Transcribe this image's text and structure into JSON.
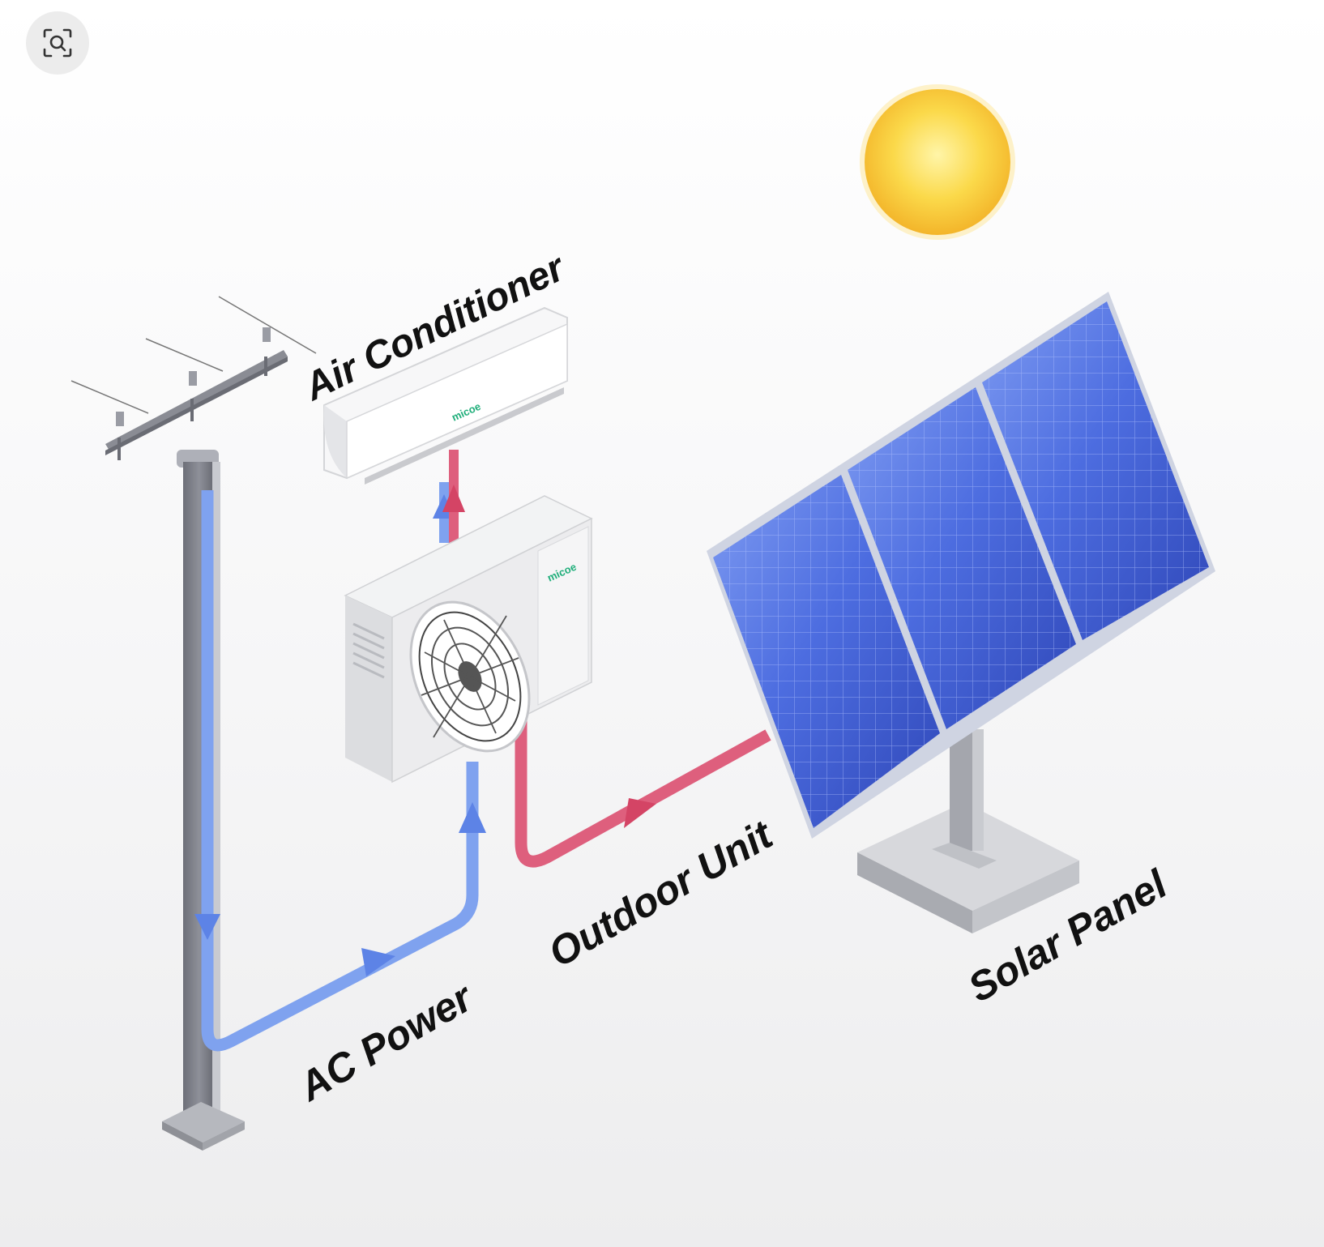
{
  "toolbar": {
    "lens_icon": "visual-search-icon"
  },
  "labels": {
    "air_conditioner": "Air Conditioner",
    "outdoor_unit": "Outdoor Unit",
    "ac_power": "AC Power",
    "solar_panel": "Solar Panel"
  },
  "brand": {
    "indoor_logo": "micoe",
    "outdoor_logo": "micoe"
  },
  "colors": {
    "ac_power_line": "#7fa2ef",
    "solar_line": "#de5f7d",
    "sun": "#f9cc32",
    "panel_blue": "#3c5ed1",
    "brand_green": "#1fae7a"
  }
}
